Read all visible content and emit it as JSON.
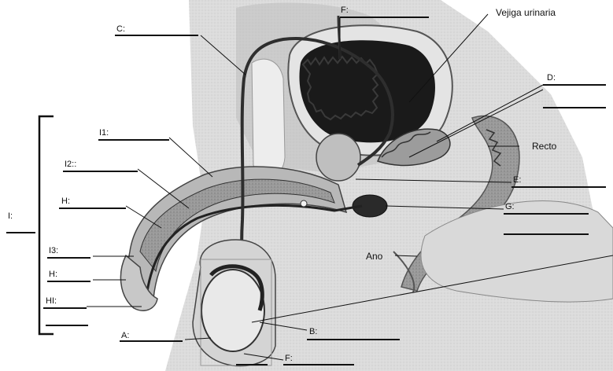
{
  "labels": {
    "c": "C:",
    "f": "F:",
    "vejiga": "Vejiga urinaria",
    "d": "D:",
    "recto": "Recto",
    "e": "E:",
    "g": "G:",
    "ano": "Ano",
    "i1": "I1:",
    "i2": "I2::",
    "i_h": "H:",
    "i_main": "I:",
    "i3": "I3:",
    "h4": "H:",
    "h1": "HI:",
    "a": "A:",
    "b": "B:",
    "f_bottom": "F:"
  },
  "colors": {
    "ink": "#111111",
    "tissue": "#cfcfcf",
    "tissue_dark": "#8a8a8a",
    "bladder_inner": "#1a1a1a"
  }
}
